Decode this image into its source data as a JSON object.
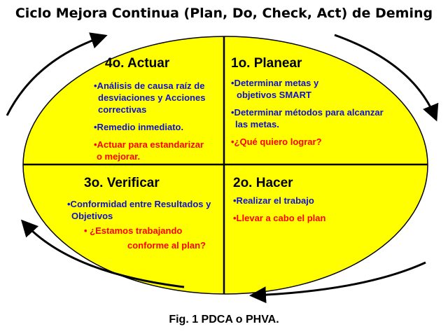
{
  "title": "Ciclo Mejora Continua (Plan, Do, Check, Act) de Deming",
  "caption": "Fig. 1 PDCA o PHVA.",
  "colors": {
    "fill": "#ffff00",
    "blue": "#1010d0",
    "red": "#ff0000"
  },
  "act": {
    "heading": "4o. Actuar",
    "items": [
      "•Análisis de causa raíz de",
      "desviaciones y Acciones",
      "correctivas",
      "•Remedio inmediato.",
      "•Actuar para estandarizar",
      "o mejorar."
    ]
  },
  "plan": {
    "heading": "1o. Planear",
    "items": [
      "•Determinar metas y",
      "objetivos SMART",
      "•Determinar métodos para alcanzar",
      "las metas.",
      "•¿Qué quiero lograr?"
    ]
  },
  "check": {
    "heading": "3o. Verificar",
    "items": [
      "•Conformidad entre Resultados y",
      "Objetivos",
      "• ¿Estamos trabajando",
      "conforme al plan?"
    ]
  },
  "do": {
    "heading": "2o. Hacer",
    "items": [
      "•Realizar el trabajo",
      "•Llevar a cabo el plan"
    ]
  }
}
